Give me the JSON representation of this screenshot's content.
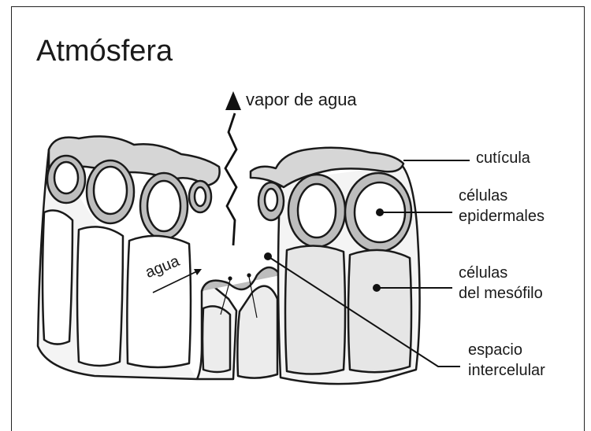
{
  "diagram": {
    "title": "Atmósfera",
    "labels": {
      "vapor": "vapor de agua",
      "cuticula": "cutícula",
      "epidermal_1": "células",
      "epidermal_2": "epidermales",
      "mesofilo_1": "células",
      "mesofilo_2": "del mesófilo",
      "espacio_1": "espacio",
      "espacio_2": "intercelular",
      "agua": "agua"
    }
  }
}
